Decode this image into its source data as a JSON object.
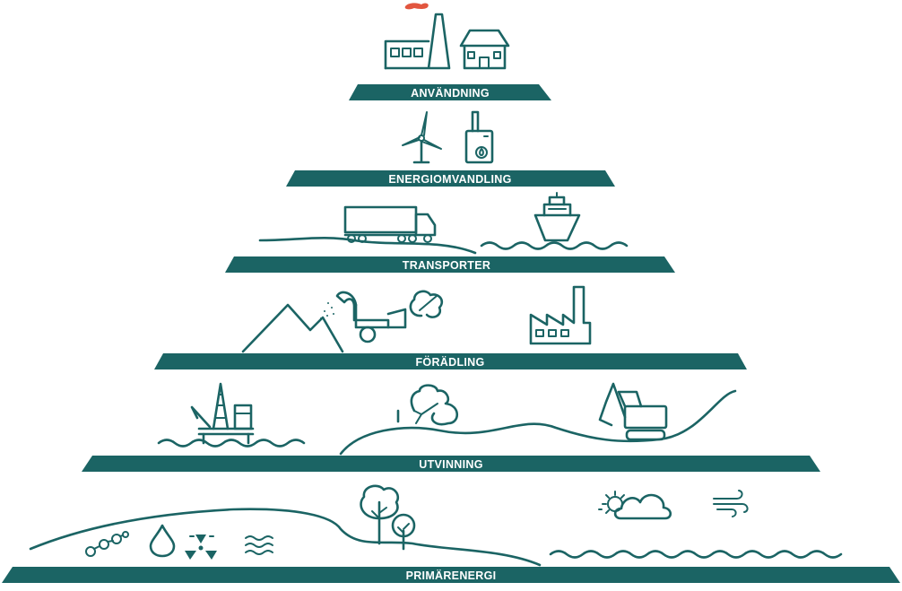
{
  "colors": {
    "primary": "#1b6464",
    "smoke": "#e2563f",
    "background": "#ffffff"
  },
  "levels": [
    {
      "id": "anvandning",
      "label": "ANVÄNDNING"
    },
    {
      "id": "energiomvandling",
      "label": "ENERGIOMVANDLING"
    },
    {
      "id": "transporter",
      "label": "TRANSPORTER"
    },
    {
      "id": "foradling",
      "label": "FÖRÄDLING"
    },
    {
      "id": "utvinning",
      "label": "UTVINNING"
    },
    {
      "id": "primarenergi",
      "label": "PRIMÄRENERGI"
    }
  ],
  "icons": {
    "anvandning": [
      "factory-chimney-icon",
      "house-icon"
    ],
    "energiomvandling": [
      "wind-turbine-icon",
      "boiler-icon"
    ],
    "transporter": [
      "truck-icon",
      "ship-icon"
    ],
    "foradling": [
      "mountain-icon",
      "wood-chipper-icon",
      "industry-icon"
    ],
    "utvinning": [
      "oil-platform-icon",
      "tree-felling-icon",
      "excavator-icon"
    ],
    "primarenergi": [
      "molecule-icon",
      "oil-drop-icon",
      "radiation-icon",
      "water-waves-icon",
      "trees-icon",
      "sun-cloud-icon",
      "wind-icon"
    ]
  }
}
